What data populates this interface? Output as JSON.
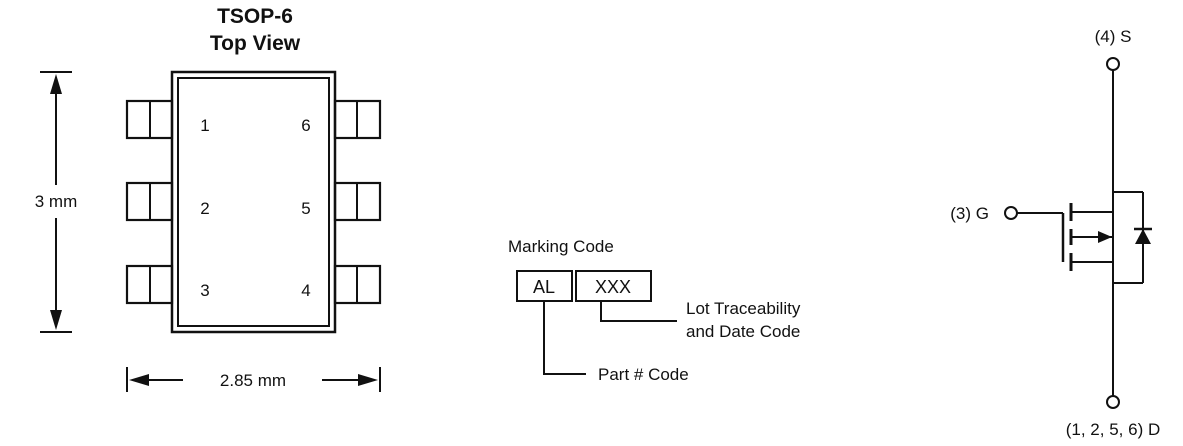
{
  "package": {
    "title_line1": "TSOP-6",
    "title_line2": "Top View",
    "height_dim": "3 mm",
    "width_dim": "2.85 mm",
    "pins": {
      "left": [
        "1",
        "2",
        "3"
      ],
      "right": [
        "6",
        "5",
        "4"
      ]
    }
  },
  "marking": {
    "title": "Marking Code",
    "box_part": "AL",
    "box_lot": "XXX",
    "lot_label_line1": "Lot Traceability",
    "lot_label_line2": "and Date Code",
    "part_label": "Part # Code"
  },
  "schematic": {
    "source_label": "(4) S",
    "gate_label": "(3) G",
    "drain_label": "(1, 2, 5, 6) D"
  }
}
